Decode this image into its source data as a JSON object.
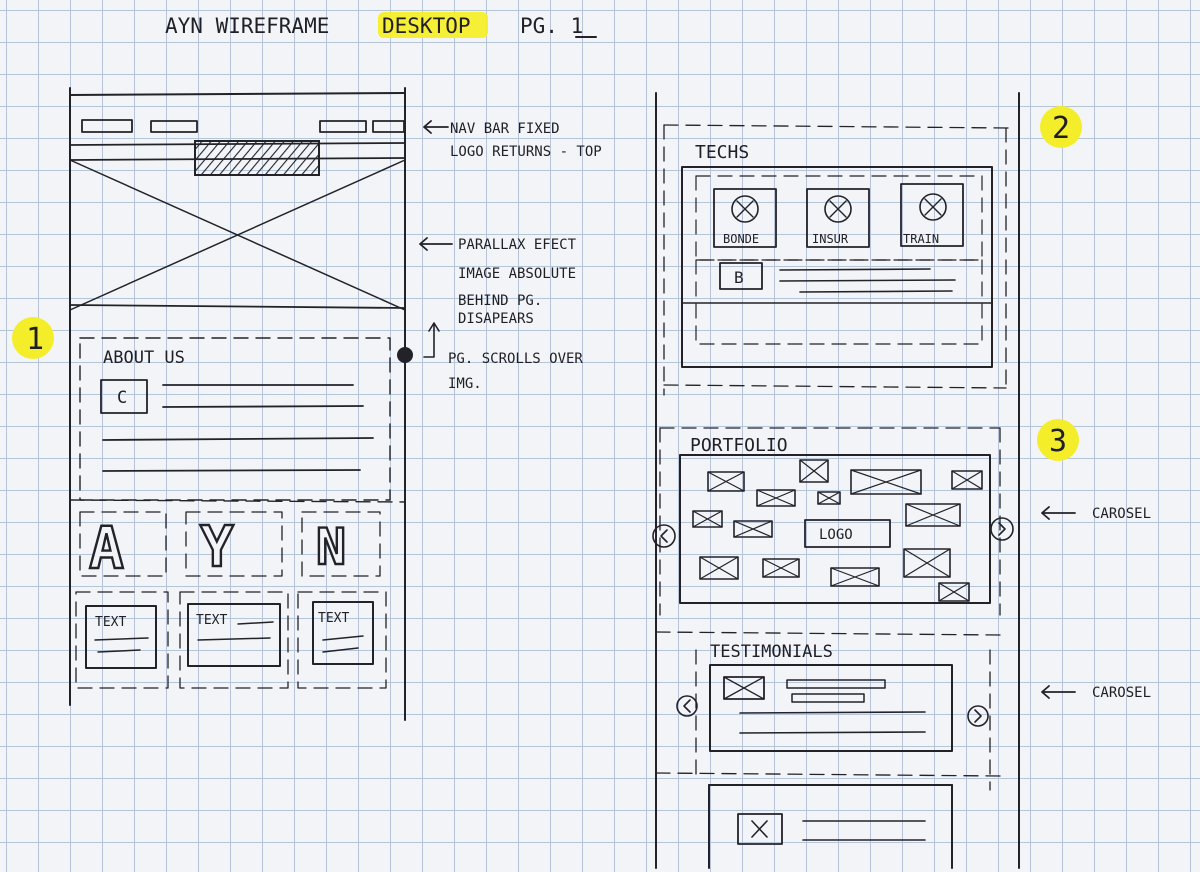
{
  "title": {
    "prefix": "AYN WIREFRAME",
    "highlight": "DESKTOP",
    "page": "PG. 1"
  },
  "colors": {
    "ink": "#222228",
    "highlighter": "#f4ee2a",
    "grid": "#b5c4d9",
    "paper": "#f3f4f7"
  },
  "page1": {
    "section_marker": "1",
    "about_title": "ABOUT US",
    "about_icon": "C",
    "letters": [
      "A",
      "Y",
      "N"
    ],
    "text_cards": [
      "TEXT",
      "TEXT",
      "TEXT"
    ]
  },
  "page2": {
    "techs_marker": "2",
    "techs_title": "TECHS",
    "techs_items": [
      "BONDE",
      "INSUR",
      "TRAIN"
    ],
    "techs_icon": "B",
    "portfolio_marker": "3",
    "portfolio_title": "PORTFOLIO",
    "portfolio_logo": "LOGO",
    "testimonials_title": "TESTIMONIALS"
  },
  "annotations": {
    "nav_line1": "NAV BAR FIXED",
    "nav_line2": "LOGO RETURNS - TOP",
    "parallax_line1": "PARALLAX EFECT",
    "parallax_line2": "IMAGE ABSOLUTE",
    "parallax_line3": "BEHIND PG.",
    "parallax_line4": "DISAPEARS",
    "scroll_line1": "PG. SCROLLS OVER",
    "scroll_line2": "IMG.",
    "carousel_1": "CAROSEL",
    "carousel_2": "CAROSEL"
  }
}
